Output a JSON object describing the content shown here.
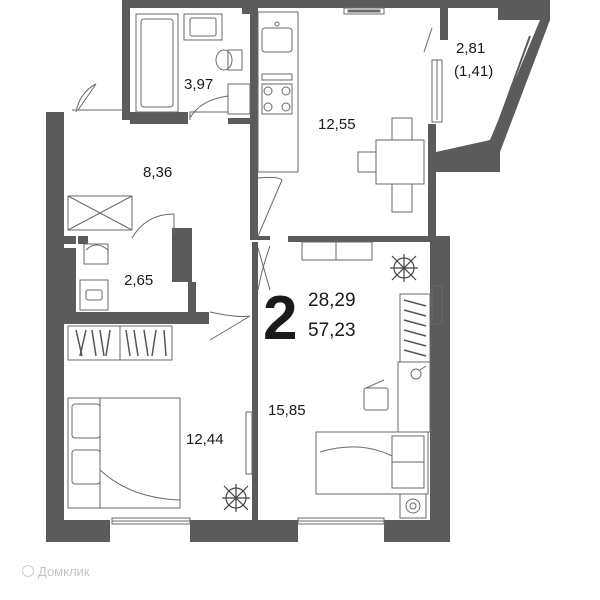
{
  "plan": {
    "rooms_count": "2",
    "living_area": "28,29",
    "total_area": "57,23",
    "rooms": [
      {
        "id": "bathroom",
        "area": "3,97"
      },
      {
        "id": "kitchen",
        "area": "12,55"
      },
      {
        "id": "balcony",
        "area": "2,81",
        "sub": "(1,41)"
      },
      {
        "id": "hallway",
        "area": "8,36"
      },
      {
        "id": "wc",
        "area": "2,65"
      },
      {
        "id": "bedroom",
        "area": "12,44"
      },
      {
        "id": "living-room",
        "area": "15,85"
      }
    ],
    "watermark": "Домклик"
  },
  "colors": {
    "wall": "#5a5a5a",
    "line": "#5a5a5a",
    "text": "#1a1a1a",
    "background": "#ffffff"
  }
}
